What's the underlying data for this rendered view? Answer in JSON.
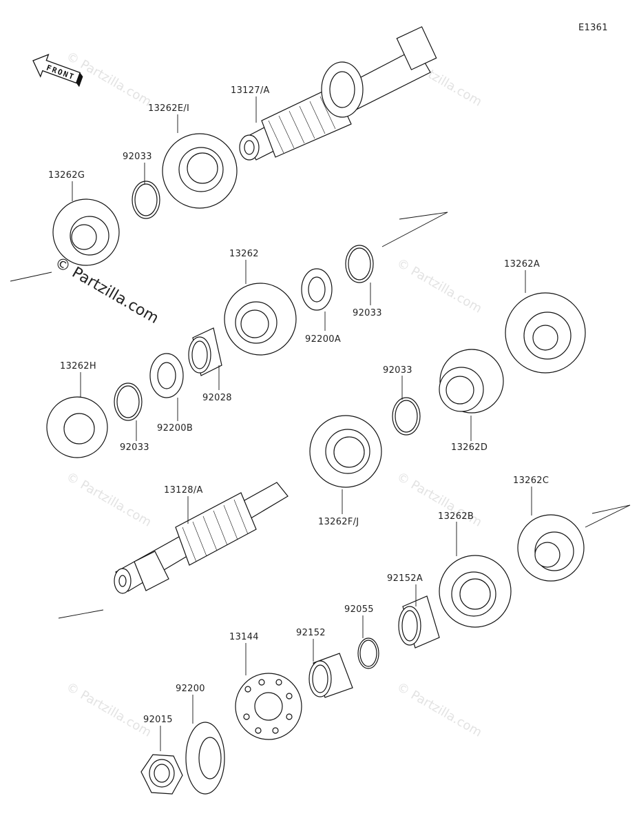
{
  "diagram_code": "E1361",
  "front_label": "FRONT",
  "watermark": "Partzilla.com",
  "watermark_small": "© Partzilla.com",
  "parts": {
    "p13127A": "13127/A",
    "p13262EI": "13262E/I",
    "p92033_a": "92033",
    "p13262G": "13262G",
    "p13262": "13262",
    "p92200A": "92200A",
    "p92033_b": "92033",
    "p13262A": "13262A",
    "p13262H": "13262H",
    "p92033_c": "92033",
    "p92200B": "92200B",
    "p92028": "92028",
    "p92033_d": "92033",
    "p13262D": "13262D",
    "p13262FJ": "13262F/J",
    "p13128A": "13128/A",
    "p13262C": "13262C",
    "p13262B": "13262B",
    "p92152A": "92152A",
    "p92055": "92055",
    "p92152": "92152",
    "p13144": "13144",
    "p92200": "92200",
    "p92015": "92015"
  }
}
